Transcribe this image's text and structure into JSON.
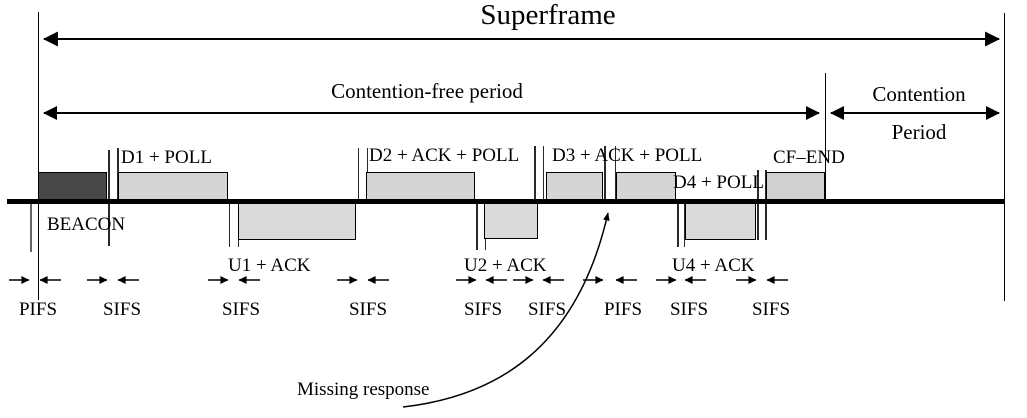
{
  "title": "Superframe",
  "periods": {
    "contention_free": "Contention-free period",
    "contention_line1": "Contention",
    "contention_line2": "Period"
  },
  "frames": {
    "beacon": "BEACON",
    "d1": "D1 + POLL",
    "u1": "U1 + ACK",
    "d2": "D2 + ACK + POLL",
    "u2": "U2 + ACK",
    "d3": "D3 + ACK + POLL",
    "d4": "D4 + POLL",
    "u4": "U4 + ACK",
    "cf_end": "CF–END"
  },
  "intervals": [
    "PIFS",
    "SIFS",
    "SIFS",
    "SIFS",
    "SIFS",
    "SIFS",
    "PIFS",
    "SIFS",
    "SIFS"
  ],
  "annotation": {
    "missing_response": "Missing response"
  },
  "colors": {
    "beacon_fill": "#484848",
    "downlink_fill": "#d5d5d5",
    "uplink_fill": "#dadada",
    "line": "#000000"
  }
}
